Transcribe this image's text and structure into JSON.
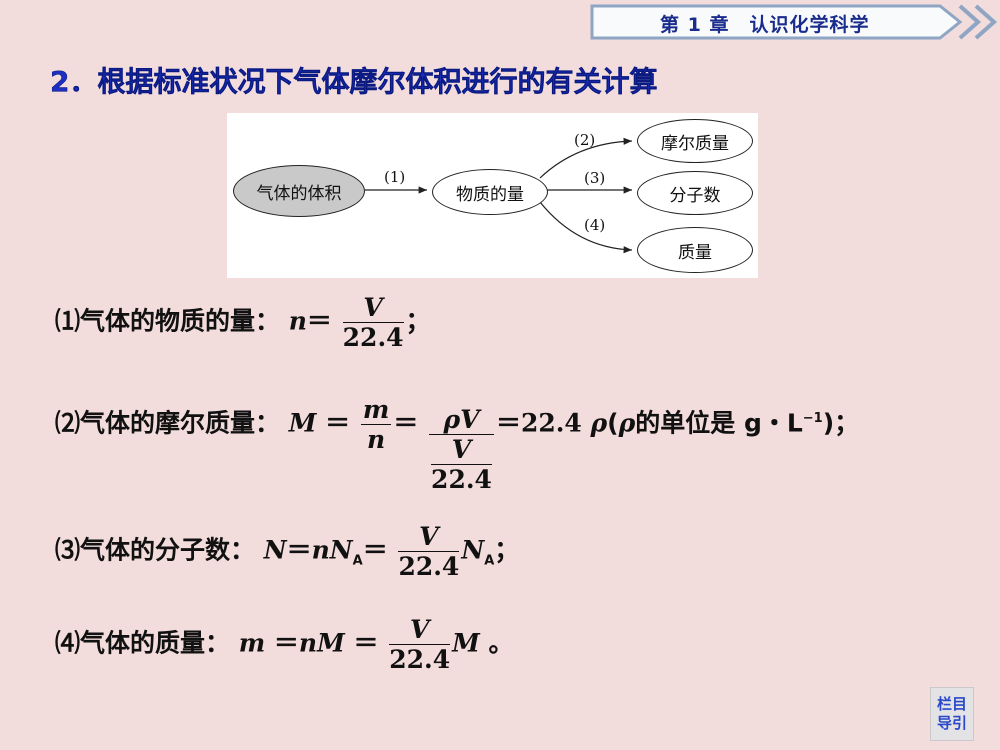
{
  "header": {
    "chapter": "第 1 章　认识化学科学",
    "arrow_icon": "double-chevron-right"
  },
  "section": {
    "title": "2．根据标准状况下气体摩尔体积进行的有关计算"
  },
  "diagram": {
    "nodes": {
      "start": "气体的体积",
      "middle": "物质的量",
      "out1": "摩尔质量",
      "out2": "分子数",
      "out3": "质量"
    },
    "edges": {
      "e1": "(1)",
      "e2": "(2)",
      "e3": "(3)",
      "e4": "(4)"
    }
  },
  "formulas": {
    "f1": {
      "label": "⑴气体的物质的量：",
      "lhs": "n",
      "eq": "＝",
      "num": "V",
      "den": "22.4",
      "end": "；"
    },
    "f2": {
      "label": "⑵气体的摩尔质量：",
      "lhs": "M",
      "eq": " ＝",
      "num1": "m",
      "den1": "n",
      "eq2": "＝",
      "num2": "ρV",
      "den2_num": "V",
      "den2_den": "22.4",
      "eq3": "＝22.4 ",
      "rho": "ρ",
      "paren": "(",
      "rho2": "ρ",
      "unit_text": "的单位是 g・L",
      "unit_exp": "−1",
      "end": ")；"
    },
    "f3": {
      "label": "⑶气体的分子数：",
      "lhs": "N",
      "eq": "＝",
      "mid": "nN",
      "sub": "A",
      "eq2": "＝",
      "num": "V",
      "den": "22.4",
      "tail": "N",
      "tail_sub": "A",
      "end": "；"
    },
    "f4": {
      "label": "⑷气体的质量：",
      "lhs": "m",
      "eq": " ＝",
      "mid": "nM",
      "eq2": " ＝",
      "num": "V",
      "den": "22.4",
      "tail": "M",
      "end": " 。"
    }
  },
  "nav": {
    "line1": "栏目",
    "line2": "导引"
  }
}
